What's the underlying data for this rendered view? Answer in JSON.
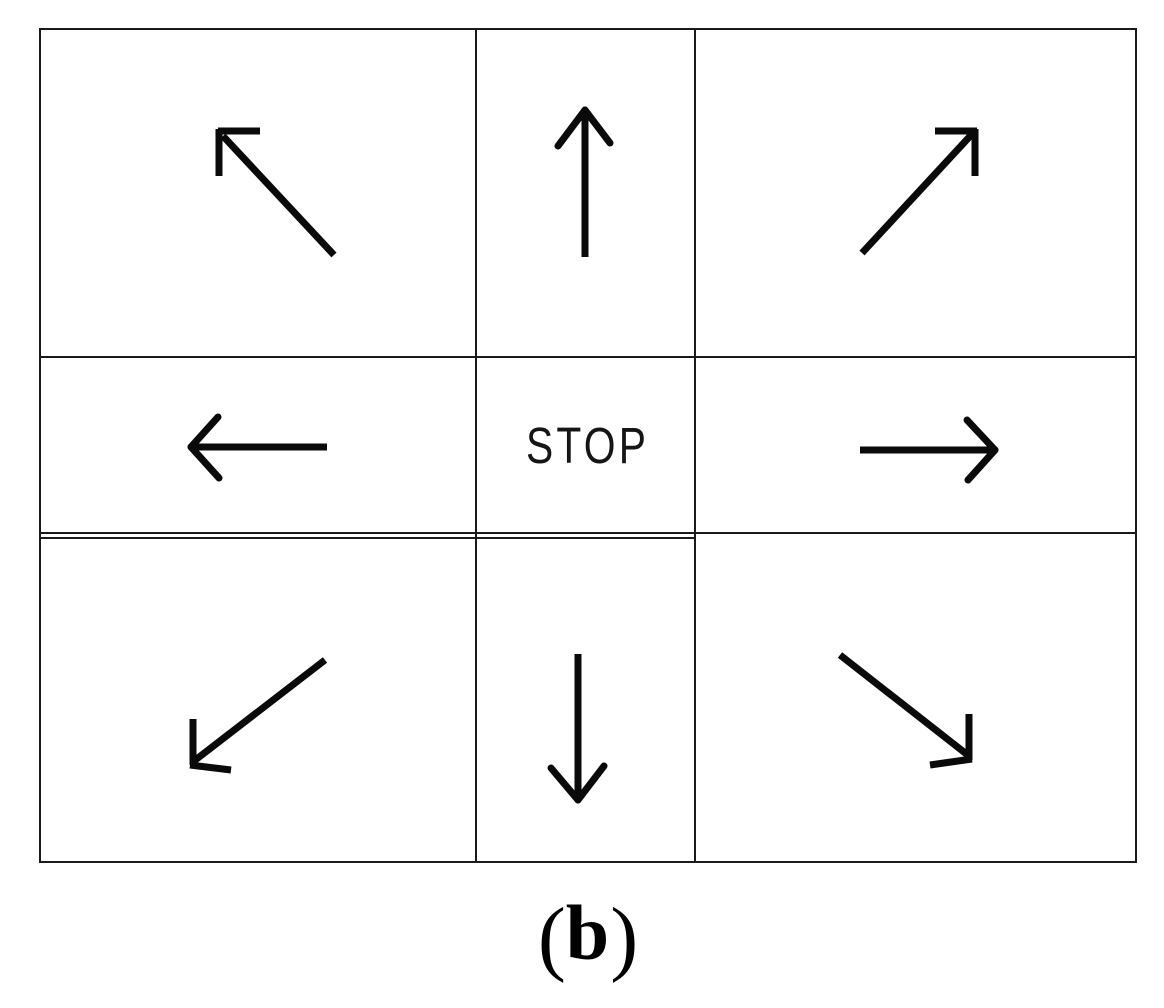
{
  "figure": {
    "type": "3x3 directional action grid",
    "background_color": "#ffffff",
    "ink_color": "#000000",
    "caption": {
      "open": "(",
      "letter": "b",
      "close": ")",
      "full": "(b)"
    },
    "grid": {
      "rows": 3,
      "columns": 3,
      "center_label": "STOP",
      "cells": [
        {
          "position": "top-left",
          "content": "arrow-up-left",
          "icon": "arrow-up-left-icon"
        },
        {
          "position": "top-center",
          "content": "arrow-up",
          "icon": "arrow-up-icon"
        },
        {
          "position": "top-right",
          "content": "arrow-up-right",
          "icon": "arrow-up-right-icon"
        },
        {
          "position": "middle-left",
          "content": "arrow-left",
          "icon": "arrow-left-icon"
        },
        {
          "position": "middle-center",
          "content": "STOP",
          "icon": null
        },
        {
          "position": "middle-right",
          "content": "arrow-right",
          "icon": "arrow-right-icon"
        },
        {
          "position": "bottom-left",
          "content": "arrow-down-left",
          "icon": "arrow-down-left-icon"
        },
        {
          "position": "bottom-center",
          "content": "arrow-down",
          "icon": "arrow-down-icon"
        },
        {
          "position": "bottom-right",
          "content": "arrow-down-right",
          "icon": "arrow-down-right-icon"
        }
      ]
    }
  }
}
